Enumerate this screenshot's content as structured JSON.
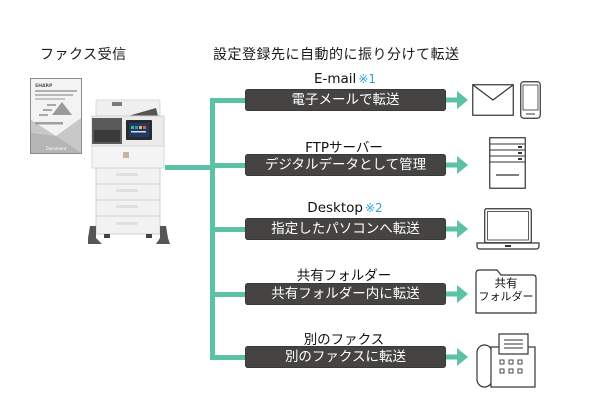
{
  "headings": {
    "source": "ファクス受信",
    "destination": "設定登録先に自動的に振り分けて転送"
  },
  "document_icon": {
    "brand": "SHARP",
    "caption": "Document"
  },
  "colors": {
    "connector": "#5cc2a6",
    "box": "#454443",
    "note": "#2f9fe0",
    "icon_stroke": "#333333"
  },
  "routes": [
    {
      "title": "E-mail",
      "note": "※1",
      "action": "電子メールで転送",
      "icons": [
        "envelope-icon",
        "smartphone-icon"
      ]
    },
    {
      "title": "FTPサーバー",
      "note": "",
      "action": "デジタルデータとして管理",
      "icons": [
        "server-icon"
      ]
    },
    {
      "title": "Desktop",
      "note": "※2",
      "action": "指定したパソコンへ転送",
      "icons": [
        "laptop-icon"
      ]
    },
    {
      "title": "共有フォルダー",
      "note": "",
      "action": "共有フォルダー内に転送",
      "icons": [
        "folder-icon"
      ],
      "icon_text": [
        "共有",
        "フォルダー"
      ]
    },
    {
      "title": "別のファクス",
      "note": "",
      "action": "別のファクスに転送",
      "icons": [
        "fax-machine-icon"
      ]
    }
  ]
}
